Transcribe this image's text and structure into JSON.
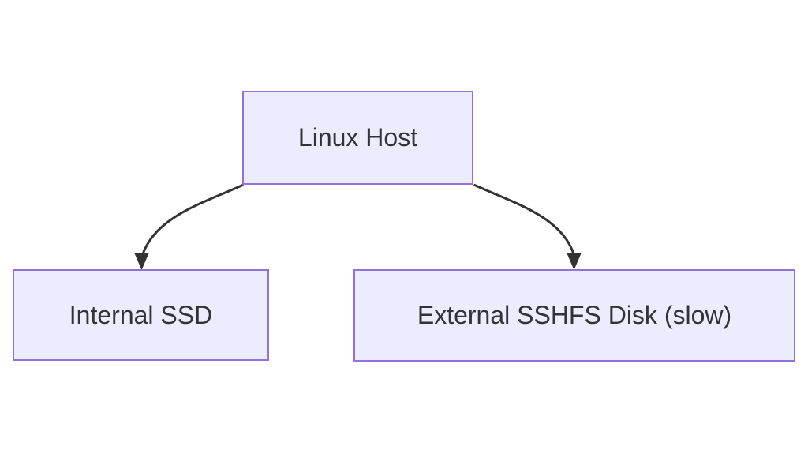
{
  "diagram": {
    "type": "flowchart",
    "direction": "top-down",
    "colors": {
      "background": "#FFFFFF",
      "node_fill": "#ECECFF",
      "node_border": "#9370DB",
      "node_text": "#333333",
      "edge_stroke": "#333333"
    },
    "nodes": [
      {
        "id": "host",
        "label": "Linux Host"
      },
      {
        "id": "ssd",
        "label": "Internal SSD"
      },
      {
        "id": "sshfs",
        "label": "External SSHFS Disk (slow)"
      }
    ],
    "edges": [
      {
        "from": "host",
        "to": "ssd",
        "label": ""
      },
      {
        "from": "host",
        "to": "sshfs",
        "label": ""
      }
    ]
  }
}
